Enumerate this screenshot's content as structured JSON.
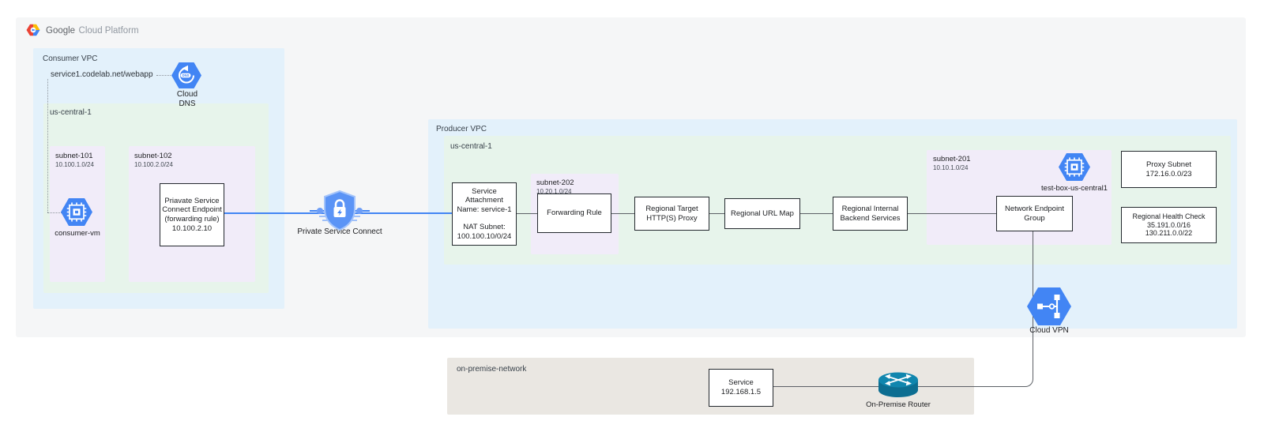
{
  "header": {
    "logo_text_primary": "Google",
    "logo_text_secondary": "Cloud Platform"
  },
  "consumer_vpc": {
    "label": "Consumer VPC",
    "dns_record": "service1.codelab.net/webapp",
    "cloud_dns": {
      "label": "Cloud DNS"
    },
    "region": {
      "label": "us-central-1",
      "subnet_101": {
        "name": "subnet-101",
        "cidr": "10.100.1.0/24",
        "vm": {
          "label": "consumer-vm"
        }
      },
      "subnet_102": {
        "name": "subnet-102",
        "cidr": "10.100.2.0/24",
        "psc_endpoint": {
          "lines": [
            "Priavate Service",
            "Connect Endpoint",
            "(forwarding rule)",
            "10.100.2.10"
          ]
        }
      }
    }
  },
  "psc": {
    "label": "Private Service Connect"
  },
  "producer_vpc": {
    "label": "Producer VPC",
    "region": {
      "label": "us-central-1",
      "service_attachment": {
        "lines": [
          "Service",
          "Attachment",
          "Name: service-1",
          "",
          "NAT Subnet:",
          "100.100.10/0/24"
        ]
      },
      "subnet_202": {
        "name": "subnet-202",
        "cidr": "10.20.1.0/24",
        "forwarding_rule": {
          "label": "Forwarding Rule"
        }
      },
      "target_proxy": {
        "label": "Regional Target HTTP(S) Proxy"
      },
      "url_map": {
        "label": "Regional URL Map"
      },
      "backend_services": {
        "label": "Regional Internal Backend Services"
      },
      "subnet_201": {
        "name": "subnet-201",
        "cidr": "10.10.1.0/24",
        "vm": {
          "label": "test-box-us-central1"
        },
        "neg": {
          "label": "Network Endpoint Group"
        }
      },
      "proxy_subnet": {
        "lines": [
          "Proxy Subnet",
          "172.16.0.0/23"
        ]
      },
      "health_check": {
        "lines": [
          "Regional Health Check",
          "35.191.0.0/16",
          "130.211.0.0/22"
        ]
      }
    },
    "cloud_vpn": {
      "label": "Cloud VPN"
    }
  },
  "on_premise": {
    "label": "on-premise-network",
    "service_box": {
      "lines": [
        "Service",
        "192.168.1.5"
      ]
    },
    "router": {
      "label": "On-Premise Router"
    }
  },
  "colors": {
    "vpc_blue": "#e3f1fb",
    "region_green": "#e7f4eb",
    "subnet_purple": "#f1ecf9",
    "panel_gray": "#f5f6f7",
    "on_premise_gray": "#eae7e2",
    "icon_blue": "#4285f4",
    "connection_blue": "#4285f4",
    "line_gray": "#5c6066",
    "router_teal": "#0d6e91"
  }
}
